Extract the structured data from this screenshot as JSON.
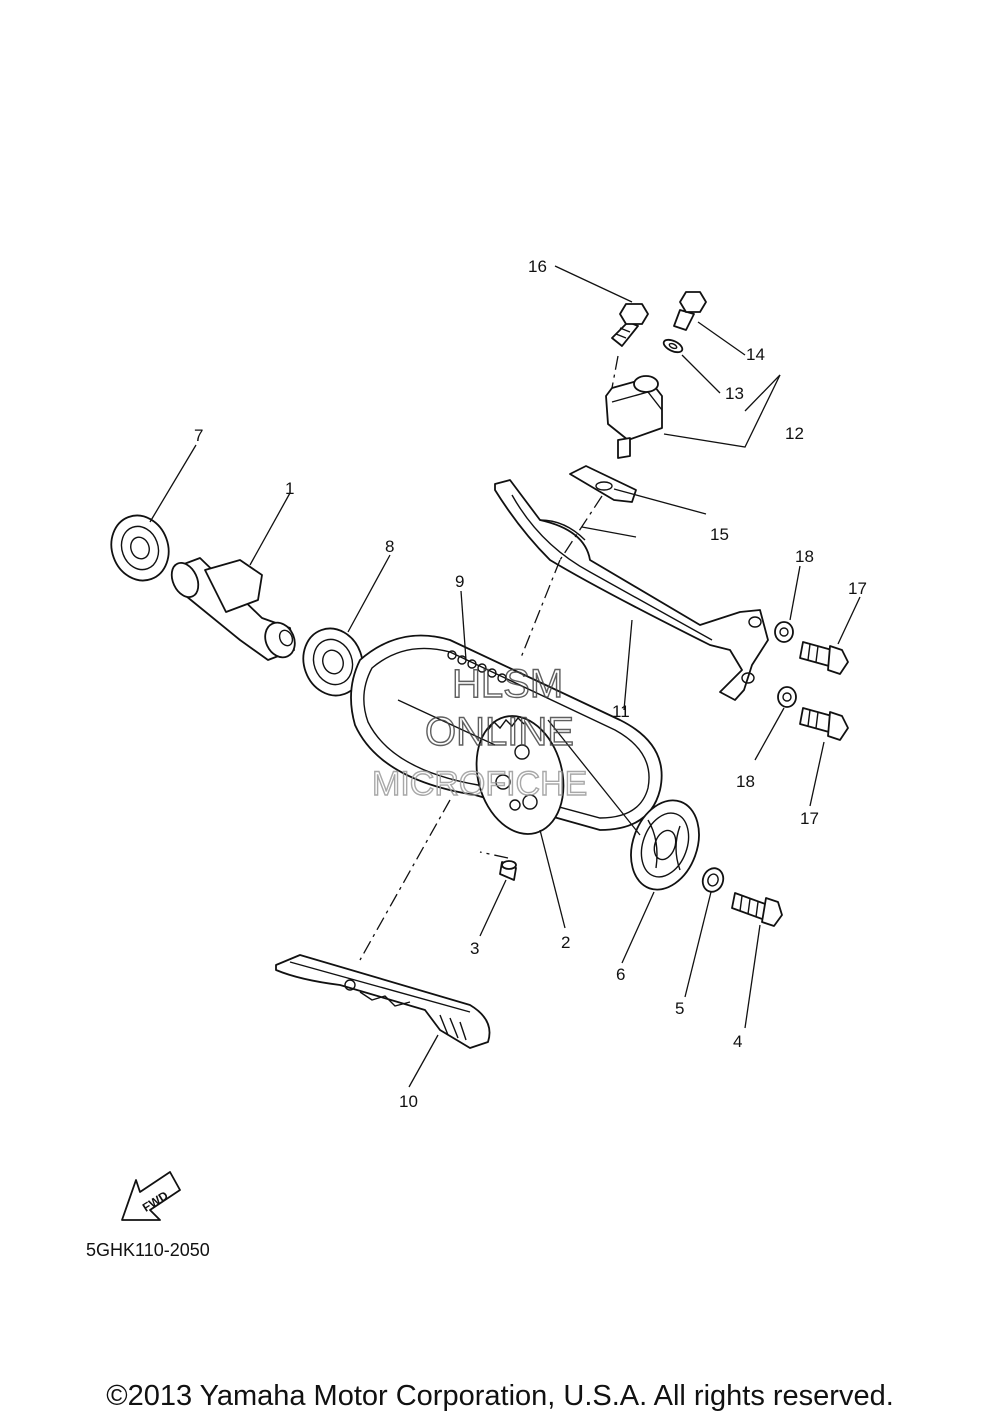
{
  "diagram": {
    "callouts": [
      "1",
      "2",
      "3",
      "4",
      "5",
      "6",
      "7",
      "8",
      "9",
      "10",
      "11",
      "12",
      "13",
      "14",
      "15",
      "16",
      "17",
      "17",
      "18",
      "18"
    ],
    "watermark": [
      "HLSM",
      "ONLINE",
      "MICROFICHE"
    ],
    "direction_arrow": "FWD",
    "diagram_code": "5GHK110-2050"
  },
  "footer": {
    "copyright": "©2013 Yamaha Motor Corporation, U.S.A. All rights reserved."
  }
}
